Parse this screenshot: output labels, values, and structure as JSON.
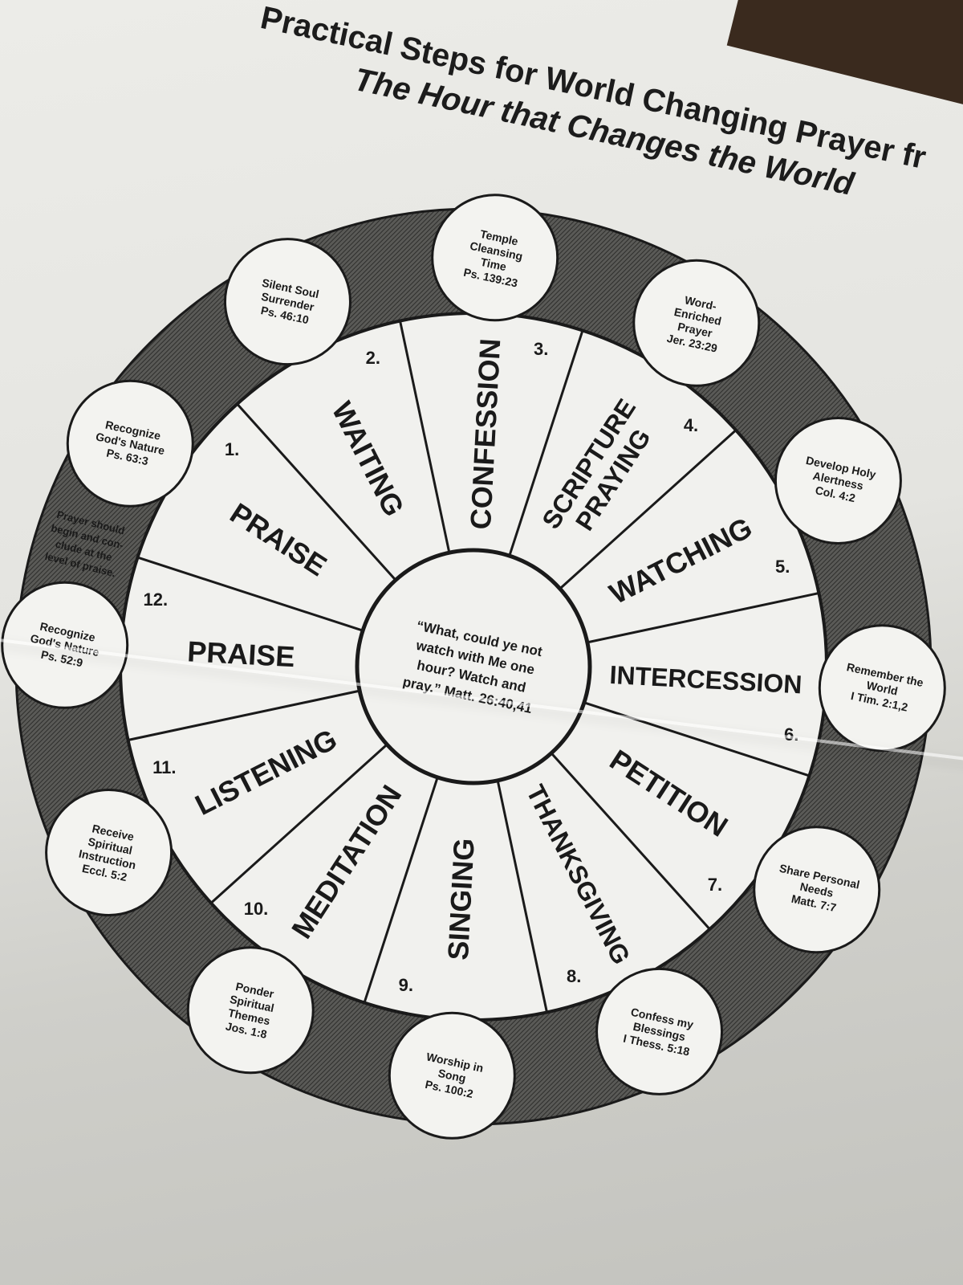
{
  "header": {
    "title": "Practical Steps for World Changing Prayer fr",
    "subtitle": "The Hour that Changes the World"
  },
  "center_quote": [
    "“What, could ye not",
    "watch with Me one",
    "hour? Watch and",
    "pray.” Matt. 26:40,41"
  ],
  "note": [
    "Prayer should",
    "begin and con-",
    "clude at the",
    "level of praise."
  ],
  "segments": [
    {
      "number": "1.",
      "label": "PRAISE",
      "bubble": [
        "Recognize",
        "God's Nature",
        "Ps. 63:3"
      ]
    },
    {
      "number": "2.",
      "label": "WAITING",
      "bubble": [
        "Silent Soul",
        "Surrender",
        "Ps. 46:10"
      ]
    },
    {
      "number": "3.",
      "label": "CONFESSION",
      "bubble": [
        "Temple",
        "Cleansing",
        "Time",
        "Ps. 139:23"
      ]
    },
    {
      "number": "4.",
      "label": "SCRIPTURE PRAYING",
      "bubble": [
        "Word-",
        "Enriched",
        "Prayer",
        "Jer. 23:29"
      ]
    },
    {
      "number": "5.",
      "label": "WATCHING",
      "bubble": [
        "Develop Holy",
        "Alertness",
        "Col. 4:2"
      ]
    },
    {
      "number": "6.",
      "label": "INTERCESSION",
      "bubble": [
        "Remember the",
        "World",
        "I Tim. 2:1,2"
      ]
    },
    {
      "number": "7.",
      "label": "PETITION",
      "bubble": [
        "Share Personal",
        "Needs",
        "Matt. 7:7"
      ]
    },
    {
      "number": "8.",
      "label": "THANKSGIVING",
      "bubble": [
        "Confess my",
        "Blessings",
        "I Thess. 5:18"
      ]
    },
    {
      "number": "9.",
      "label": "SINGING",
      "bubble": [
        "Worship in",
        "Song",
        "Ps. 100:2"
      ]
    },
    {
      "number": "10.",
      "label": "MEDITATION",
      "bubble": [
        "Ponder",
        "Spiritual",
        "Themes",
        "Jos. 1:8"
      ]
    },
    {
      "number": "11.",
      "label": "LISTENING",
      "bubble": [
        "Receive",
        "Spiritual",
        "Instruction",
        "Eccl. 5:2"
      ]
    },
    {
      "number": "12.",
      "label": "PRAISE",
      "bubble": [
        "Recognize",
        "God's Nature",
        "Ps. 52:9"
      ]
    }
  ],
  "colors": {
    "ink": "#1a1a1a",
    "ring": "#4a4a48",
    "paper": "#ecece8"
  }
}
